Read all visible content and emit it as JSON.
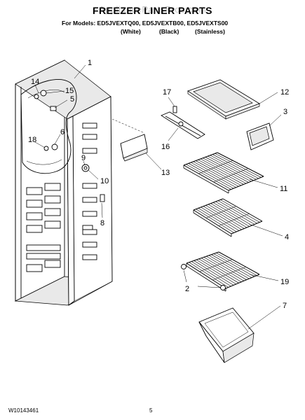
{
  "watermark": "AppliancePartsPros.com",
  "title": "FREEZER LINER PARTS",
  "models_label": "For Models: ED5JVEXTQ00, ED5JVEXTB00, ED5JVEXTS00",
  "variants": [
    "(White)",
    "(Black)",
    "(Stainless)"
  ],
  "callouts": {
    "c1": "1",
    "c14": "14",
    "c15": "15",
    "c5": "5",
    "c6": "6",
    "c18": "18",
    "c9": "9",
    "c10": "10",
    "c8": "8",
    "c13": "13",
    "c17": "17",
    "c12": "12",
    "c3": "3",
    "c16": "16",
    "c11": "11",
    "c4": "4",
    "c2": "2",
    "c19": "19",
    "c7": "7"
  },
  "footer": {
    "doc_number": "W10143461",
    "page_number": "5"
  }
}
